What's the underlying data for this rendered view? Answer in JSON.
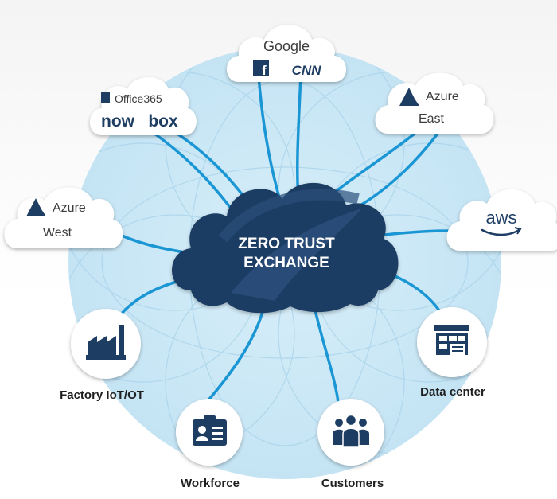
{
  "center": {
    "line1": "ZERO TRUST",
    "line2": "EXCHANGE"
  },
  "clouds": {
    "google": {
      "brand": "Google",
      "sub_left": "f",
      "sub_right": "CNN"
    },
    "office": {
      "top": "Office365",
      "left": "now",
      "right": "box"
    },
    "azure_east": {
      "brand": "Azure",
      "region": "East"
    },
    "azure_west": {
      "brand": "Azure",
      "region": "West"
    },
    "aws": {
      "brand": "aws"
    }
  },
  "nodes": {
    "factory": {
      "label": "Factory IoT/OT",
      "icon": "factory-icon"
    },
    "datacenter": {
      "label": "Data center",
      "icon": "building-icon"
    },
    "workforce": {
      "label": "Workforce",
      "icon": "id-badge-icon"
    },
    "customers": {
      "label": "Customers",
      "icon": "people-group-icon"
    }
  },
  "colors": {
    "line": "#1a96d4",
    "core": "#1e3d63",
    "halo": "#cfe9f6",
    "icon": "#1e3d63"
  }
}
